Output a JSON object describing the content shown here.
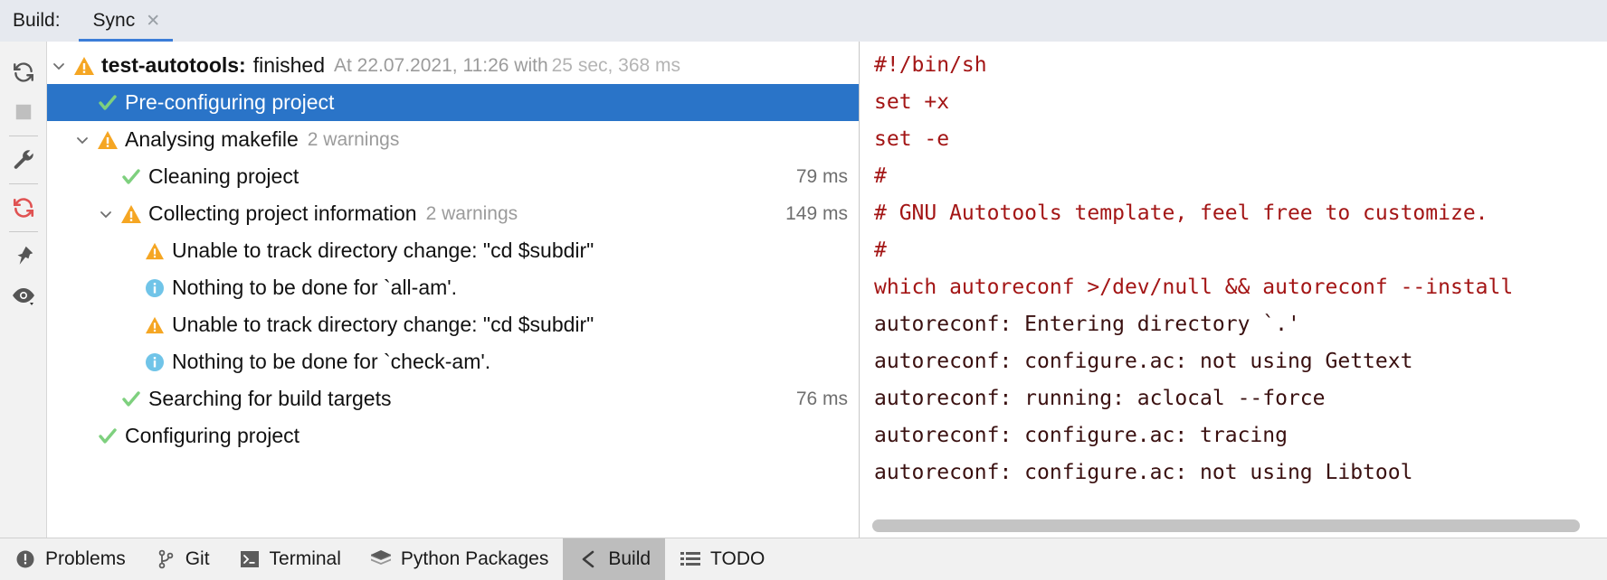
{
  "tabbar": {
    "label": "Build:",
    "tab_name": "Sync",
    "close_icon": "close-icon",
    "accent": "#3b7dd8"
  },
  "left_toolbar": {
    "items": [
      {
        "name": "rerun-icon",
        "title": "Rerun"
      },
      {
        "name": "stop-icon",
        "title": "Stop"
      },
      {
        "name": "wrench-icon",
        "title": "Settings"
      },
      {
        "name": "rerun-failed-icon",
        "title": "Rerun Failed"
      },
      {
        "name": "pin-icon",
        "title": "Pin Tab"
      },
      {
        "name": "eye-icon",
        "title": "Show Options"
      }
    ]
  },
  "tree": {
    "rows": [
      {
        "indent": 0,
        "chevron": "down",
        "icon": "warning-icon",
        "label": "test-autotools:",
        "bold": true,
        "label2": "finished",
        "muted": "At 22.07.2021, 11:26 with",
        "muted2": "25 sec, 368 ms",
        "duration": "",
        "selected": false
      },
      {
        "indent": 1,
        "chevron": "none",
        "icon": "success-icon",
        "label": "Pre-configuring project",
        "bold": false,
        "label2": "",
        "muted": "",
        "muted2": "",
        "duration": "",
        "selected": true
      },
      {
        "indent": 1,
        "chevron": "down",
        "icon": "warning-icon",
        "label": "Analysing makefile",
        "bold": false,
        "label2": "",
        "muted": "2 warnings",
        "muted2": "",
        "duration": "",
        "selected": false
      },
      {
        "indent": 2,
        "chevron": "none",
        "icon": "success-icon",
        "label": "Cleaning project",
        "bold": false,
        "label2": "",
        "muted": "",
        "muted2": "",
        "duration": "79 ms",
        "selected": false
      },
      {
        "indent": 2,
        "chevron": "down",
        "icon": "warning-icon",
        "label": "Collecting project information",
        "bold": false,
        "label2": "",
        "muted": "2 warnings",
        "muted2": "",
        "duration": "149 ms",
        "selected": false
      },
      {
        "indent": 3,
        "chevron": "none",
        "icon": "warning-icon",
        "label": "Unable to track directory change: \"cd $subdir\"",
        "bold": false,
        "label2": "",
        "muted": "",
        "muted2": "",
        "duration": "",
        "selected": false
      },
      {
        "indent": 3,
        "chevron": "none",
        "icon": "info-icon",
        "label": "Nothing to be done for `all-am'.",
        "bold": false,
        "label2": "",
        "muted": "",
        "muted2": "",
        "duration": "",
        "selected": false
      },
      {
        "indent": 3,
        "chevron": "none",
        "icon": "warning-icon",
        "label": "Unable to track directory change: \"cd $subdir\"",
        "bold": false,
        "label2": "",
        "muted": "",
        "muted2": "",
        "duration": "",
        "selected": false
      },
      {
        "indent": 3,
        "chevron": "none",
        "icon": "info-icon",
        "label": "Nothing to be done for `check-am'.",
        "bold": false,
        "label2": "",
        "muted": "",
        "muted2": "",
        "duration": "",
        "selected": false
      },
      {
        "indent": 2,
        "chevron": "none",
        "icon": "success-icon",
        "label": "Searching for build targets",
        "bold": false,
        "label2": "",
        "muted": "",
        "muted2": "",
        "duration": "76 ms",
        "selected": false
      },
      {
        "indent": 1,
        "chevron": "none",
        "icon": "success-icon",
        "label": "Configuring project",
        "bold": false,
        "label2": "",
        "muted": "",
        "muted2": "",
        "duration": "",
        "selected": false
      }
    ]
  },
  "console": {
    "lines": [
      {
        "text": "#!/bin/sh",
        "kind": "cmd"
      },
      {
        "text": "set +x",
        "kind": "cmd"
      },
      {
        "text": "set -e",
        "kind": "cmd"
      },
      {
        "text": "#",
        "kind": "cmd"
      },
      {
        "text": "# GNU Autotools template, feel free to customize.",
        "kind": "cmd"
      },
      {
        "text": "#",
        "kind": "cmd"
      },
      {
        "text": "which autoreconf >/dev/null && autoreconf --install",
        "kind": "cmd"
      },
      {
        "text": "autoreconf: Entering directory `.'",
        "kind": "out"
      },
      {
        "text": "autoreconf: configure.ac: not using Gettext",
        "kind": "out"
      },
      {
        "text": "autoreconf: running: aclocal --force",
        "kind": "out"
      },
      {
        "text": "autoreconf: configure.ac: tracing",
        "kind": "out"
      },
      {
        "text": "autoreconf: configure.ac: not using Libtool",
        "kind": "out"
      }
    ]
  },
  "statusbar": {
    "items": [
      {
        "icon": "problems-icon",
        "label": "Problems",
        "active": false
      },
      {
        "icon": "git-branch-icon",
        "label": "Git",
        "active": false
      },
      {
        "icon": "terminal-icon",
        "label": "Terminal",
        "active": false
      },
      {
        "icon": "python-packages-icon",
        "label": "Python Packages",
        "active": false
      },
      {
        "icon": "build-hammer-icon",
        "label": "Build",
        "active": true
      },
      {
        "icon": "todo-list-icon",
        "label": "TODO",
        "active": false
      }
    ]
  },
  "colors": {
    "selection": "#2a74c8",
    "warning": "#f5a623",
    "success": "#59b259",
    "info": "#70c4e8",
    "console_text": "#8b1a1a",
    "rerun_failed": "#e05252"
  }
}
